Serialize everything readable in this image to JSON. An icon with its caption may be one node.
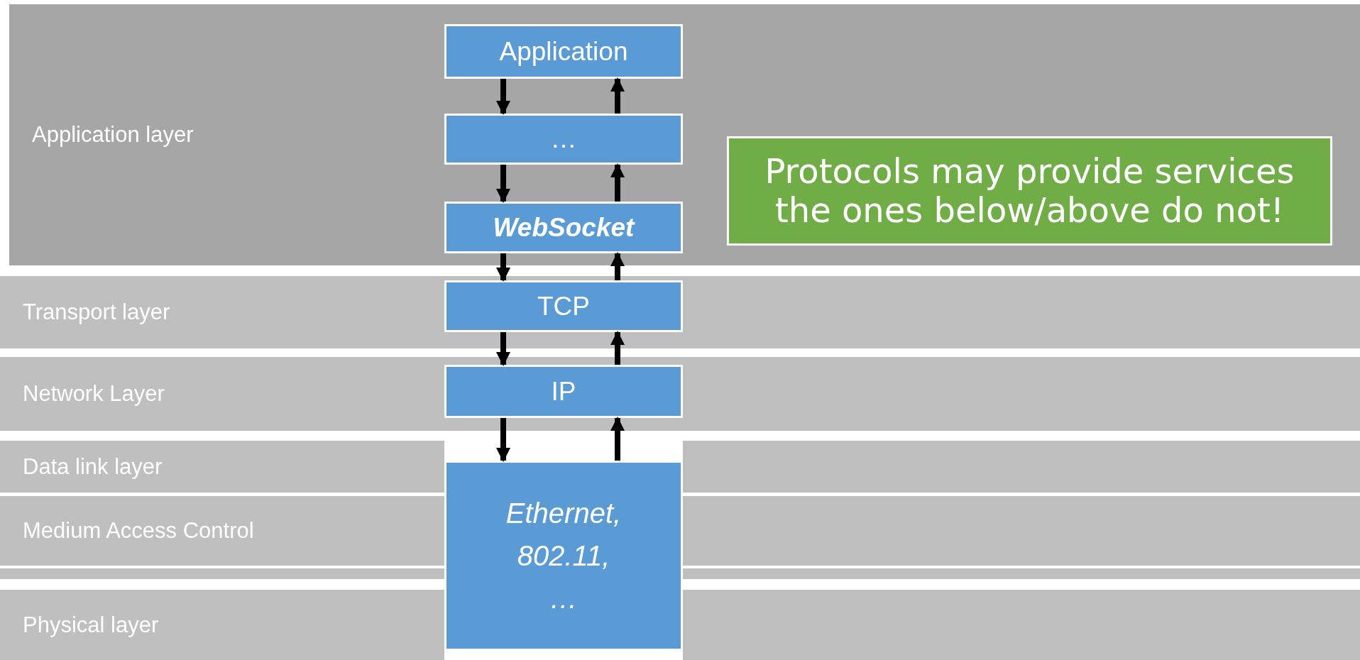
{
  "diagram": {
    "nodes": [
      {
        "text": [
          "Application layer"
        ]
      },
      {
        "text": [
          "Application"
        ],
        "in": 0
      },
      {
        "text": [
          "…"
        ],
        "in": 0
      },
      {
        "text": [
          "WebSocket"
        ],
        "in": 0
      },
      {
        "text": [
          "Protocols may provide services the ones below/above do not!"
        ],
        "in": 0
      },
      {
        "text": [
          "Transport layer"
        ]
      },
      {
        "text": [
          "TCP"
        ],
        "in": 5
      },
      {
        "text": [
          "Network Layer"
        ]
      },
      {
        "text": [
          "IP"
        ],
        "in": 7
      },
      {
        "text": [
          "Data link layer"
        ]
      },
      {
        "text": [],
        "shape": "bar"
      },
      {
        "text": [
          "Medium Access Control"
        ]
      },
      {
        "text": [
          "Ethernet, 802.11, …"
        ]
      },
      {
        "text": [],
        "shape": "bar"
      },
      {
        "text": [],
        "shape": "bar"
      },
      {
        "text": [],
        "shape": "bar"
      },
      {
        "text": [
          "Physical layer"
        ]
      },
      {
        "text": [],
        "shape": "bar"
      }
    ],
    "edges": [
      {
        "from": 1,
        "to": 2,
        "arrow": "to"
      },
      {
        "from": 2,
        "to": 1,
        "arrow": "to"
      },
      {
        "from": 2,
        "to": 3,
        "arrow": "to"
      },
      {
        "from": 3,
        "to": 2,
        "arrow": "to"
      },
      {
        "from": 3,
        "to": 6,
        "arrow": "to"
      },
      {
        "from": 6,
        "to": 3,
        "arrow": "to"
      },
      {
        "from": 6,
        "to": 8,
        "arrow": "to"
      },
      {
        "from": 8,
        "to": 6,
        "arrow": "to"
      },
      {
        "from": 8,
        "to": 12,
        "arrow": "to"
      },
      {
        "from": 12,
        "to": 8,
        "arrow": "to"
      }
    ]
  }
}
